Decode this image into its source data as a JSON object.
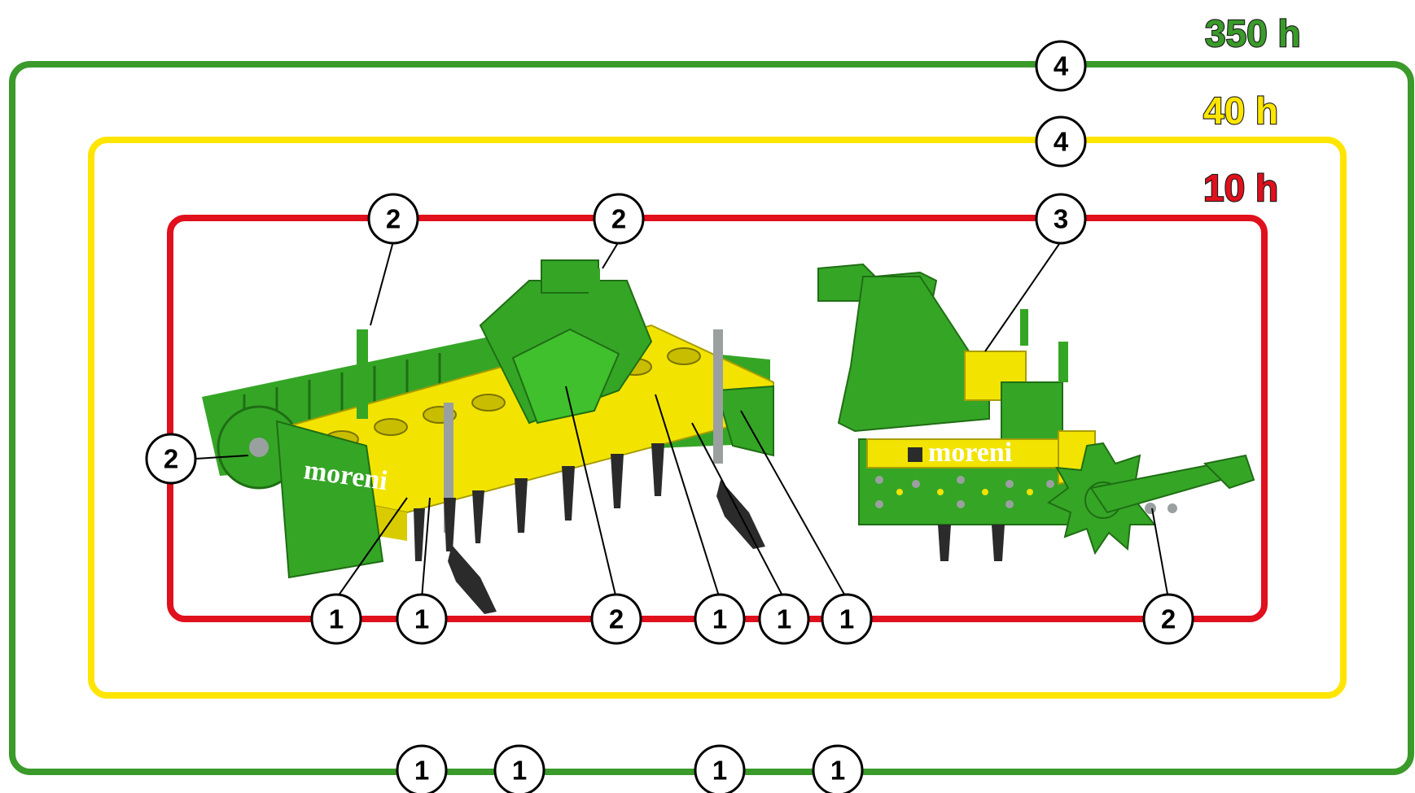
{
  "intervals": [
    {
      "label": "350 h",
      "color": "#3a9a2a"
    },
    {
      "label": "40 h",
      "color": "#ffe500"
    },
    {
      "label": "10 h",
      "color": "#e0101c"
    }
  ],
  "callouts": {
    "green_top": "4",
    "yellow_top": "4",
    "red_top_left": "2",
    "red_top_mid": "2",
    "red_top_right": "3",
    "red_left": "2",
    "red_bottom": [
      "1",
      "1",
      "2",
      "1",
      "1",
      "1",
      "2"
    ],
    "green_bottom": [
      "1",
      "1",
      "1",
      "1"
    ]
  },
  "brand": {
    "logo": "moreni"
  },
  "colors": {
    "machine_green": "#35a526",
    "machine_yellow": "#f2e400",
    "tines": "#2b2b2b"
  }
}
